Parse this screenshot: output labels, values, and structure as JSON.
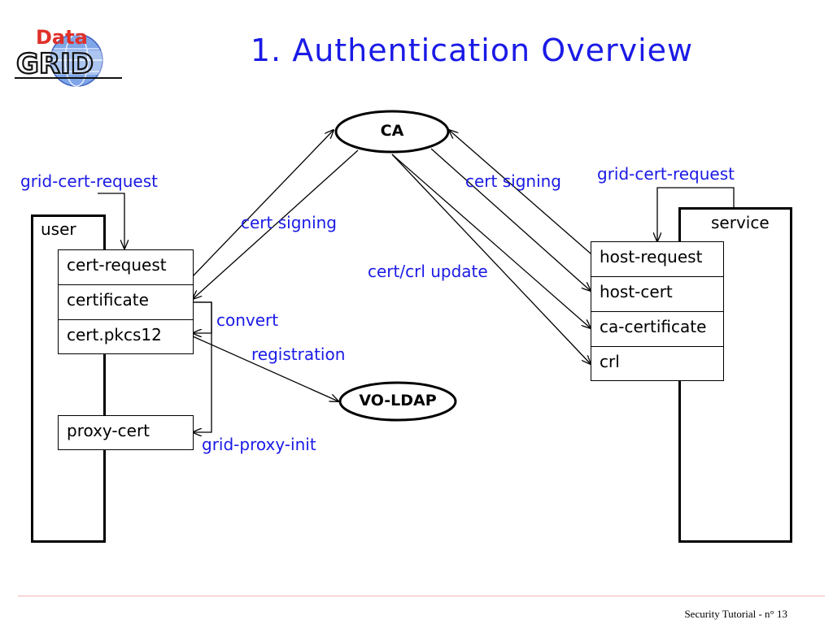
{
  "logo": {
    "top_word": "Data",
    "main_word": "GRID"
  },
  "title": "1. Authentication Overview",
  "nodes": {
    "ca": "CA",
    "vo_ldap": "VO-LDAP"
  },
  "user_panel": {
    "label": "user",
    "items": [
      "cert-request",
      "certificate",
      "cert.pkcs12"
    ],
    "proxy": "proxy-cert"
  },
  "service_panel": {
    "label": "service",
    "items": [
      "host-request",
      "host-cert",
      "ca-certificate",
      "crl"
    ]
  },
  "edge_labels": {
    "grid_cert_request_left": "grid-cert-request",
    "grid_cert_request_right": "grid-cert-request",
    "cert_signing_left": "cert signing",
    "cert_signing_right": "cert signing",
    "cert_crl_update": "cert/crl update",
    "convert": "convert",
    "registration": "registration",
    "grid_proxy_init": "grid-proxy-init"
  },
  "footer": "Security Tutorial - n° 13"
}
